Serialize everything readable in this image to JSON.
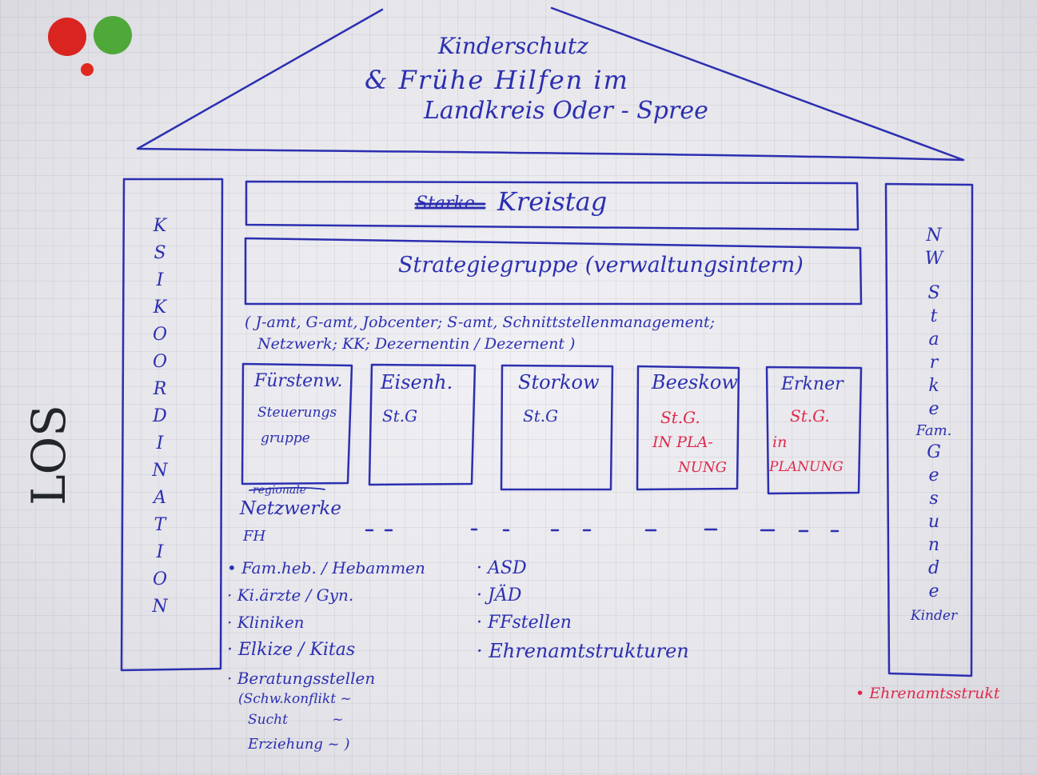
{
  "colors": {
    "ink_blue": "#2c2fb0",
    "ink_red": "#e0294a",
    "dot_red": "#d9241f",
    "dot_green": "#4fa83a",
    "paper": "#e9e9ee"
  },
  "roof": {
    "line1": "Kinderschutz",
    "line2": "& Frühe Hilfen im",
    "line3": "Landkreis Oder - Spree"
  },
  "side_label": "LOS",
  "left_pillar": [
    "K",
    "S",
    "I",
    "K",
    "O",
    "O",
    "R",
    "D",
    "I",
    "N",
    "A",
    "T",
    "I",
    "O",
    "N"
  ],
  "right_pillar": [
    "N",
    "W",
    "S",
    "t",
    "a",
    "r",
    "k",
    "e",
    "Fam.",
    "G",
    "e",
    "s",
    "u",
    "n",
    "d",
    "e",
    "Kinder"
  ],
  "kreistag": {
    "struck": "Starke",
    "label": "Kreistag"
  },
  "strategie": "Strategiegruppe (verwaltungsintern)",
  "partners": {
    "line1": "( J-amt, G-amt, Jobcenter; S-amt, Schnittstellenmanagement;",
    "line2": "Netzwerk; KK; Dezernentin / Dezernent )"
  },
  "boxes": [
    {
      "title": "Fürstenw.",
      "lines": [
        "Steuerungs",
        "gruppe"
      ],
      "red": []
    },
    {
      "title": "Eisenh.",
      "lines": [
        "St.G"
      ],
      "red": []
    },
    {
      "title": "Storkow",
      "lines": [
        "St.G"
      ],
      "red": []
    },
    {
      "title": "Beeskow",
      "lines": [],
      "red": [
        "St.G.",
        "IN PLA-",
        "NUNG"
      ]
    },
    {
      "title": "Erkner",
      "lines": [],
      "red": [
        "St.G.",
        "in",
        "PLANUNG"
      ]
    }
  ],
  "networks": {
    "small": "regionale",
    "label": "Netzwerke",
    "fh": "FH"
  },
  "list_left": [
    "• Fam.heb. / Hebammen",
    "· Ki.ärzte / Gyn.",
    "· Kliniken",
    "· Elkize / Kitas",
    "· Beratungsstellen"
  ],
  "list_left_sub": [
    "(Schw.konflikt ~",
    "Sucht ~",
    "Erziehung ~ )"
  ],
  "list_right": [
    "· ASD",
    "· JÄD",
    "· FFstellen",
    "· Ehrenamtstrukturen"
  ],
  "red_note": "• Ehrenamtsstrukt"
}
